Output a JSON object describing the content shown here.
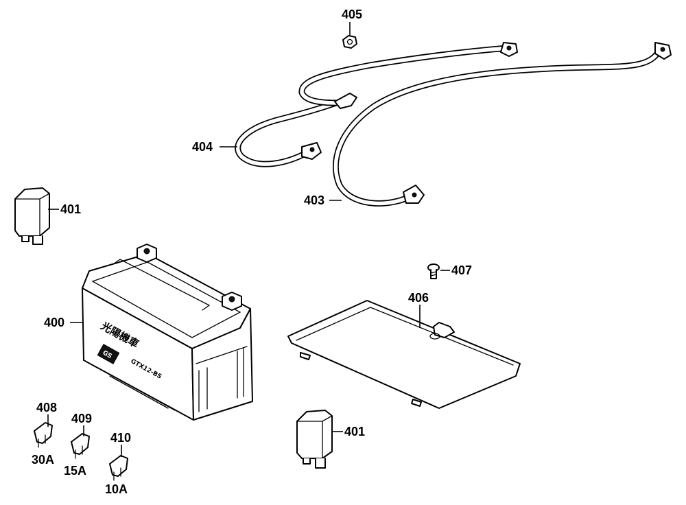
{
  "callouts": {
    "p400": "400",
    "p401_top": "401",
    "p401_bottom": "401",
    "p403": "403",
    "p404": "404",
    "p405": "405",
    "p406": "406",
    "p407": "407",
    "p408": "408",
    "p409": "409",
    "p410": "410"
  },
  "fuse_ratings": {
    "f408": "30A",
    "f409": "15A",
    "f410": "10A"
  },
  "battery_markings": {
    "brand": "光陽機車",
    "logo": "GS",
    "model": "GTX12-BS"
  }
}
